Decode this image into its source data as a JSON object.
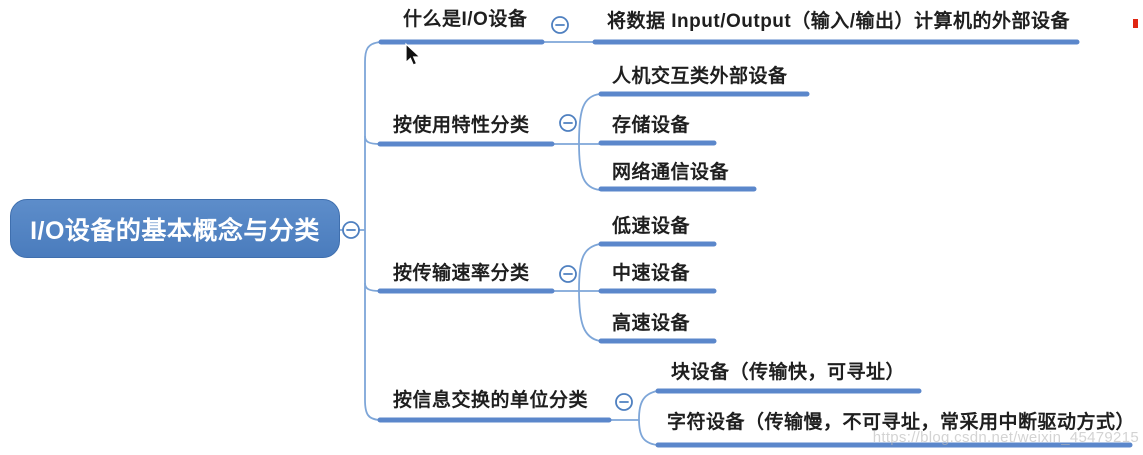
{
  "root": {
    "label": "I/O设备的基本概念与分类"
  },
  "branches": [
    {
      "label": "什么是I/O设备",
      "children": [
        {
          "label": "将数据 Input/Output（输入/输出）计算机的外部设备"
        }
      ]
    },
    {
      "label": "按使用特性分类",
      "children": [
        {
          "label": "人机交互类外部设备"
        },
        {
          "label": "存储设备"
        },
        {
          "label": "网络通信设备"
        }
      ]
    },
    {
      "label": "按传输速率分类",
      "children": [
        {
          "label": "低速设备"
        },
        {
          "label": "中速设备"
        },
        {
          "label": "高速设备"
        }
      ]
    },
    {
      "label": "按信息交换的单位分类",
      "children": [
        {
          "label": "块设备（传输快，可寻址）"
        },
        {
          "label": "字符设备（传输慢，不可寻址，常采用中断驱动方式）"
        }
      ]
    }
  ],
  "watermark": "https://blog.csdn.net/weixin_45479215",
  "icons": {
    "collapse": "minus-circle",
    "cursor": "arrow-pointer",
    "annotation": "red-dash"
  },
  "colors": {
    "node_fill": "#4d80c2",
    "line_blue": "#5b87cb",
    "thin_line_blue": "#7ea6d8",
    "text_dark": "#1f1f1f",
    "root_text": "#ffffff",
    "watermark_gray": "#b9b9b9",
    "red_mark": "#e02612"
  }
}
